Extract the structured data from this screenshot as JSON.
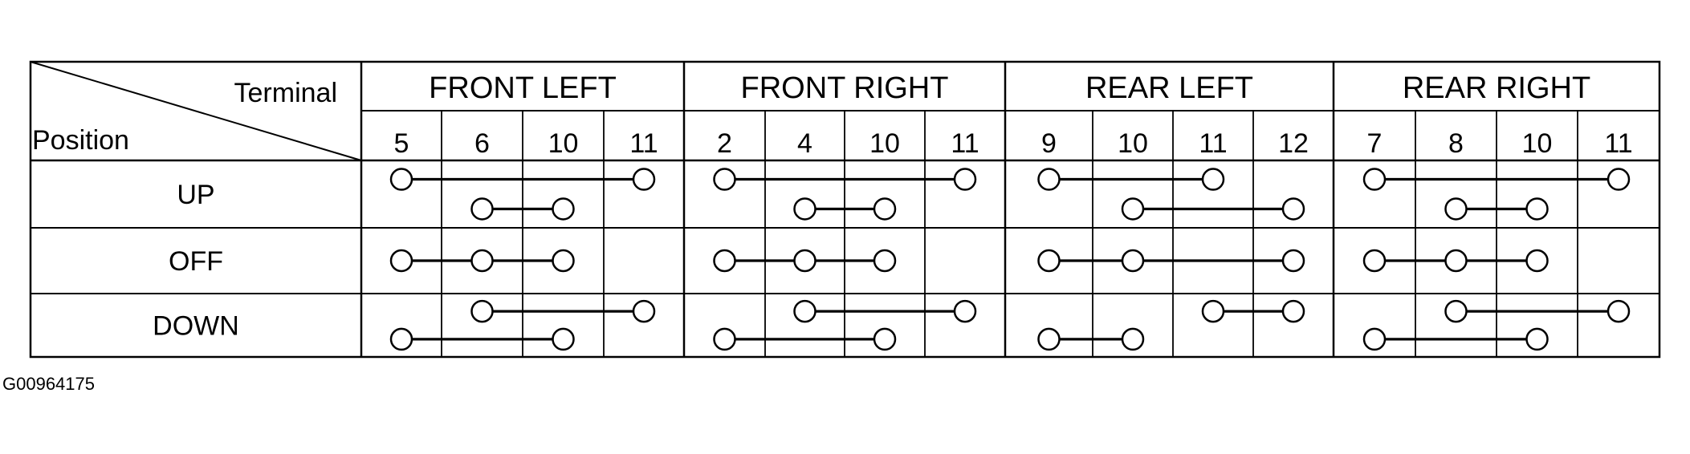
{
  "corner": {
    "top_label": "Terminal",
    "bottom_label": "Position"
  },
  "groups": [
    {
      "name": "FRONT LEFT",
      "terminals": [
        "5",
        "6",
        "10",
        "11"
      ]
    },
    {
      "name": "FRONT RIGHT",
      "terminals": [
        "2",
        "4",
        "10",
        "11"
      ]
    },
    {
      "name": "REAR LEFT",
      "terminals": [
        "9",
        "10",
        "11",
        "12"
      ]
    },
    {
      "name": "REAR RIGHT",
      "terminals": [
        "7",
        "8",
        "10",
        "11"
      ]
    }
  ],
  "positions": [
    "UP",
    "OFF",
    "DOWN"
  ],
  "connections": [
    {
      "position": "UP",
      "group": "FRONT LEFT",
      "terminals": [
        "5",
        "11"
      ],
      "level": "upper"
    },
    {
      "position": "UP",
      "group": "FRONT LEFT",
      "terminals": [
        "6",
        "10"
      ],
      "level": "lower"
    },
    {
      "position": "UP",
      "group": "FRONT RIGHT",
      "terminals": [
        "2",
        "11"
      ],
      "level": "upper"
    },
    {
      "position": "UP",
      "group": "FRONT RIGHT",
      "terminals": [
        "4",
        "10"
      ],
      "level": "lower"
    },
    {
      "position": "UP",
      "group": "REAR LEFT",
      "terminals": [
        "9",
        "11"
      ],
      "level": "upper"
    },
    {
      "position": "UP",
      "group": "REAR LEFT",
      "terminals": [
        "10",
        "12"
      ],
      "level": "lower"
    },
    {
      "position": "UP",
      "group": "REAR RIGHT",
      "terminals": [
        "7",
        "11"
      ],
      "level": "upper"
    },
    {
      "position": "UP",
      "group": "REAR RIGHT",
      "terminals": [
        "8",
        "10"
      ],
      "level": "lower"
    },
    {
      "position": "OFF",
      "group": "FRONT LEFT",
      "terminals": [
        "5",
        "6",
        "10"
      ],
      "level": "middle"
    },
    {
      "position": "OFF",
      "group": "FRONT RIGHT",
      "terminals": [
        "2",
        "4",
        "10"
      ],
      "level": "middle"
    },
    {
      "position": "OFF",
      "group": "REAR LEFT",
      "terminals": [
        "9",
        "10",
        "12"
      ],
      "level": "middle"
    },
    {
      "position": "OFF",
      "group": "REAR RIGHT",
      "terminals": [
        "7",
        "8",
        "10"
      ],
      "level": "middle"
    },
    {
      "position": "DOWN",
      "group": "FRONT LEFT",
      "terminals": [
        "6",
        "11"
      ],
      "level": "upper"
    },
    {
      "position": "DOWN",
      "group": "FRONT LEFT",
      "terminals": [
        "5",
        "10"
      ],
      "level": "lower"
    },
    {
      "position": "DOWN",
      "group": "FRONT RIGHT",
      "terminals": [
        "4",
        "11"
      ],
      "level": "upper"
    },
    {
      "position": "DOWN",
      "group": "FRONT RIGHT",
      "terminals": [
        "2",
        "10"
      ],
      "level": "lower"
    },
    {
      "position": "DOWN",
      "group": "REAR LEFT",
      "terminals": [
        "11",
        "12"
      ],
      "level": "upper"
    },
    {
      "position": "DOWN",
      "group": "REAR LEFT",
      "terminals": [
        "9",
        "10"
      ],
      "level": "lower"
    },
    {
      "position": "DOWN",
      "group": "REAR RIGHT",
      "terminals": [
        "8",
        "11"
      ],
      "level": "upper"
    },
    {
      "position": "DOWN",
      "group": "REAR RIGHT",
      "terminals": [
        "7",
        "10"
      ],
      "level": "lower"
    }
  ],
  "figure_id": "G00964175",
  "colors": {
    "line": "#000000",
    "background": "#ffffff"
  }
}
